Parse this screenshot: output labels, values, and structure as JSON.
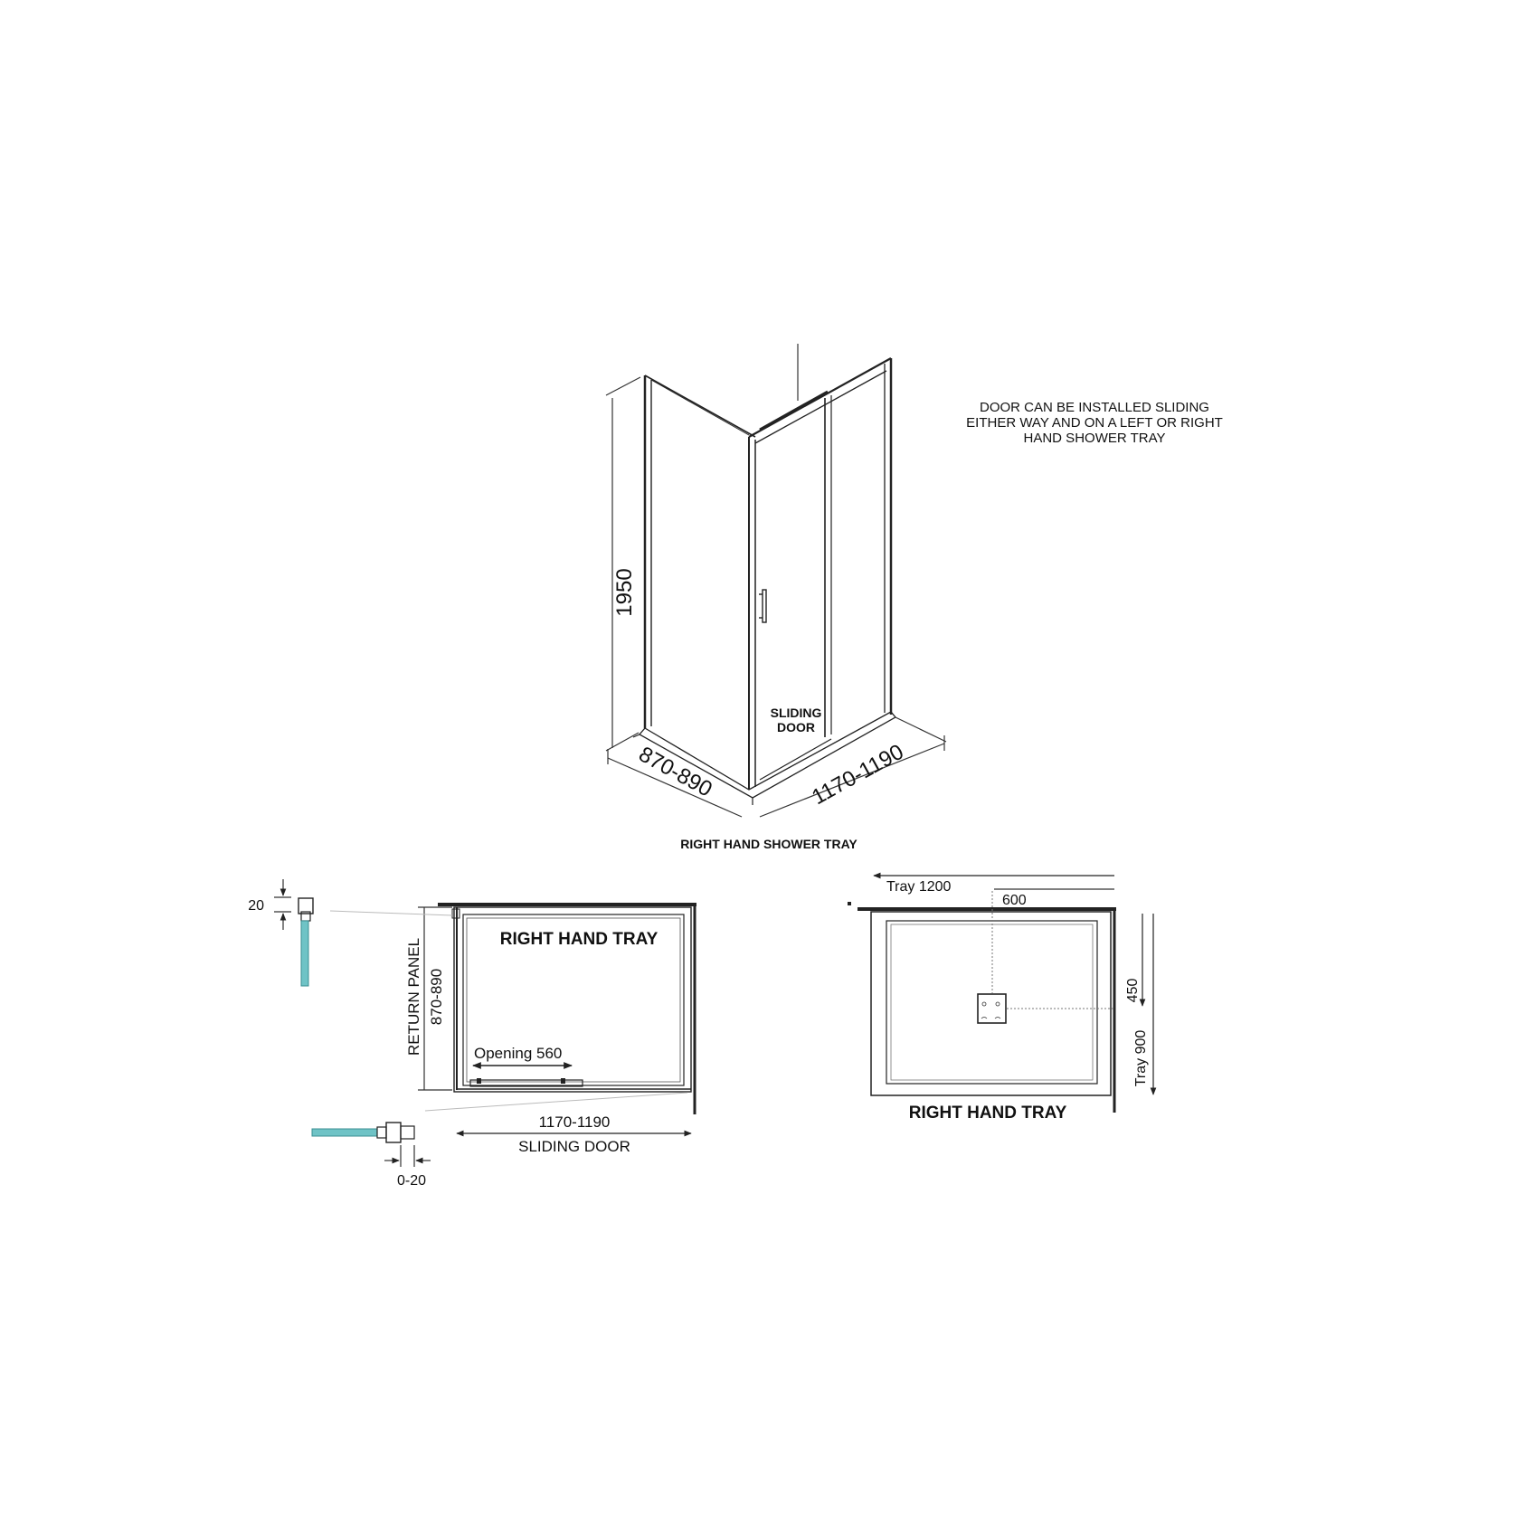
{
  "note": {
    "lines": [
      "DOOR CAN BE INSTALLED SLIDING",
      "EITHER WAY AND ON A LEFT OR RIGHT",
      "HAND SHOWER TRAY"
    ]
  },
  "iso_view": {
    "height_dim": "1950",
    "depth_dim": "870-890",
    "width_dim": "1170-1190",
    "door_label": [
      "SLIDING",
      "DOOR"
    ],
    "caption": "RIGHT HAND SHOWER TRAY"
  },
  "plan_view": {
    "tray_label": "RIGHT HAND TRAY",
    "return_panel_label": "RETURN PANEL",
    "return_panel_dim": "870-890",
    "opening_label": "Opening 560",
    "width_dim": "1170-1190",
    "door_label": "SLIDING DOOR",
    "wall_adjust_top": "20",
    "wall_adjust_bottom": "0-20"
  },
  "tray_view": {
    "tray_label": "RIGHT HAND TRAY",
    "length_dim": "Tray 1200",
    "half_length_dim": "600",
    "half_width_dim": "450",
    "width_dim": "Tray 900"
  },
  "colors": {
    "line": "#222222",
    "glass": "#6fc3c6"
  }
}
